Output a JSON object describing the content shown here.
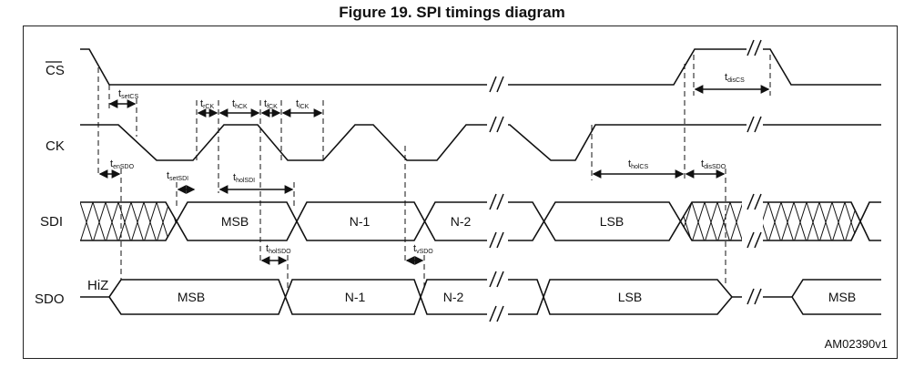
{
  "title": "Figure 19. SPI timings diagram",
  "signals": {
    "cs": "CS",
    "ck": "CK",
    "sdi": "SDI",
    "sdo": "SDO",
    "hiz": "HiZ"
  },
  "sdi_cells": [
    "MSB",
    "N-1",
    "N-2",
    "LSB"
  ],
  "sdo_cells": [
    "MSB",
    "N-1",
    "N-2",
    "LSB",
    "MSB"
  ],
  "timings": {
    "t_setCS": {
      "t": "t",
      "sub": "setCS"
    },
    "t_enSDO": {
      "t": "t",
      "sub": "enSDO"
    },
    "t_rCK": {
      "t": "t",
      "sub": "rCK"
    },
    "t_hCK": {
      "t": "t",
      "sub": "hCK"
    },
    "t_fCK": {
      "t": "t",
      "sub": "fCK"
    },
    "t_lCK": {
      "t": "t",
      "sub": "lCK"
    },
    "t_setSDI": {
      "t": "t",
      "sub": "setSDI"
    },
    "t_holSDI": {
      "t": "t",
      "sub": "holSDI"
    },
    "t_holSDO": {
      "t": "t",
      "sub": "holSDO"
    },
    "t_vSDO": {
      "t": "t",
      "sub": "vSDO"
    },
    "t_holCS": {
      "t": "t",
      "sub": "holCS"
    },
    "t_disSDO": {
      "t": "t",
      "sub": "disSDO"
    },
    "t_disCS": {
      "t": "t",
      "sub": "disCS"
    }
  },
  "doc_id": "AM02390v1"
}
